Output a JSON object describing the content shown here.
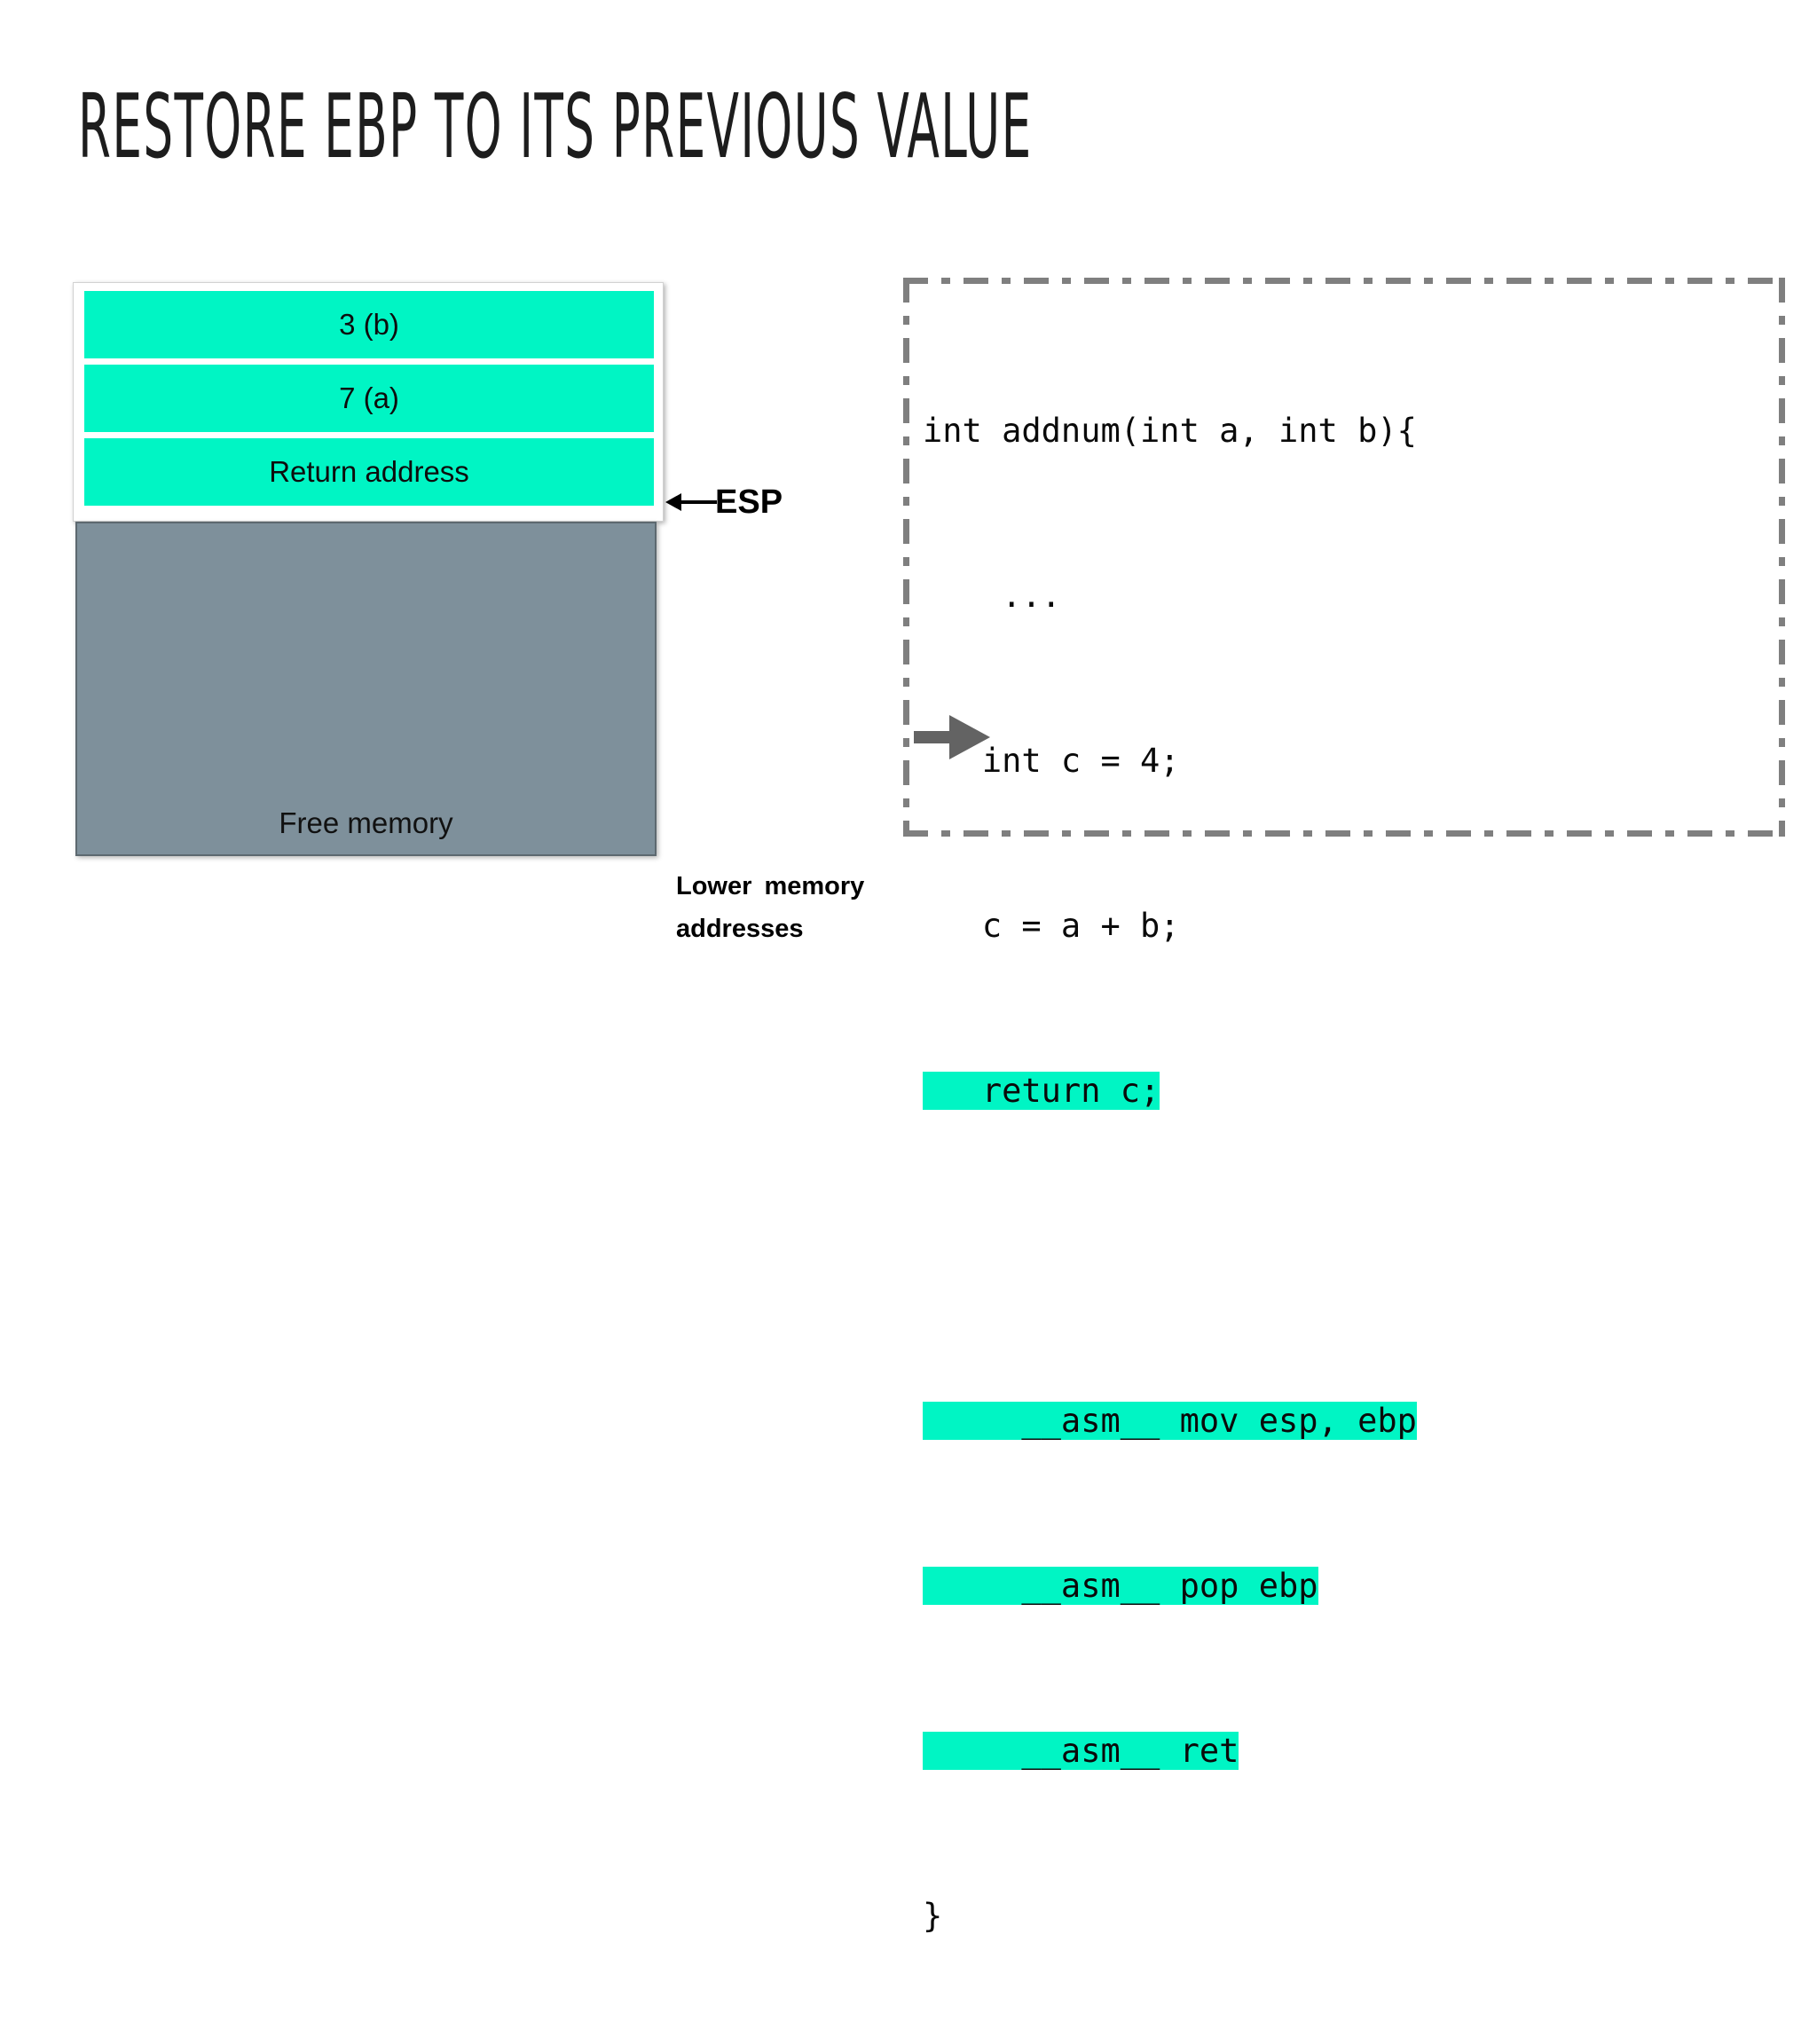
{
  "slide": {
    "title": "Restore EBP to its previous value"
  },
  "colors": {
    "highlight": "#00F5C4",
    "free_memory": "#7E909B",
    "border_dash": "#7F7F7F",
    "text": "#0A0A0A"
  },
  "stack_diagram": {
    "rows": [
      {
        "label": "3 (b)"
      },
      {
        "label": "7 (a)"
      },
      {
        "label": "Return address"
      }
    ],
    "free_memory_label": "Free memory",
    "esp_marker": {
      "arrow": "left-arrow-icon",
      "label": "ESP"
    },
    "lower_memory_note": {
      "line1": "Lower  memory",
      "line2": "addresses"
    }
  },
  "code_panel": {
    "pointer_icon": "right-block-arrow-icon",
    "lines": [
      {
        "text": "int addnum(int a, int b){",
        "highlighted": false
      },
      {
        "text": "",
        "highlighted": false
      },
      {
        "text": "    ...",
        "highlighted": false
      },
      {
        "text": "",
        "highlighted": false
      },
      {
        "text": "   int c = 4;",
        "highlighted": false
      },
      {
        "text": "   c = a + b;",
        "highlighted": false
      },
      {
        "text": "   return c;",
        "highlighted": true
      },
      {
        "text": "",
        "highlighted": false
      },
      {
        "text": "     __asm__ mov esp, ebp",
        "highlighted": true
      },
      {
        "text": "     __asm__ pop ebp",
        "highlighted": true
      },
      {
        "text": "     __asm__ ret",
        "highlighted": true
      },
      {
        "text": "}",
        "highlighted": false
      }
    ]
  }
}
